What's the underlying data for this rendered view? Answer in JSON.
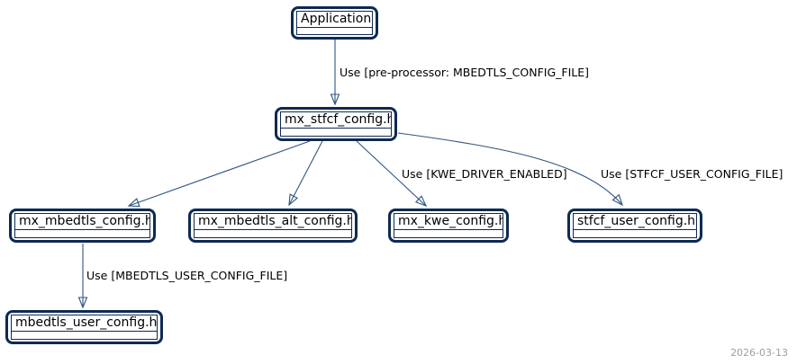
{
  "diagram": {
    "type": "dependency-diagram",
    "nodes": [
      {
        "id": "application",
        "label": "Application"
      },
      {
        "id": "mx_stfcf_config",
        "label": "mx_stfcf_config.h"
      },
      {
        "id": "mx_mbedtls_config",
        "label": "mx_mbedtls_config.h"
      },
      {
        "id": "mx_mbedtls_alt_config",
        "label": "mx_mbedtls_alt_config.h"
      },
      {
        "id": "mx_kwe_config",
        "label": "mx_kwe_config.h"
      },
      {
        "id": "stfcf_user_config",
        "label": "stfcf_user_config.h"
      },
      {
        "id": "mbedtls_user_config",
        "label": "mbedtls_user_config.h"
      }
    ],
    "edges": [
      {
        "from": "application",
        "to": "mx_stfcf_config",
        "label": "Use [pre-processor: MBEDTLS_CONFIG_FILE]"
      },
      {
        "from": "mx_stfcf_config",
        "to": "mx_mbedtls_config",
        "label": ""
      },
      {
        "from": "mx_stfcf_config",
        "to": "mx_mbedtls_alt_config",
        "label": ""
      },
      {
        "from": "mx_stfcf_config",
        "to": "mx_kwe_config",
        "label": "Use [KWE_DRIVER_ENABLED]"
      },
      {
        "from": "mx_stfcf_config",
        "to": "stfcf_user_config",
        "label": "Use [STFCF_USER_CONFIG_FILE]"
      },
      {
        "from": "mx_mbedtls_config",
        "to": "mbedtls_user_config",
        "label": "Use [MBEDTLS_USER_CONFIG_FILE]"
      }
    ],
    "footer_date": "2026-03-13",
    "colors": {
      "node_border": "#0e2a52",
      "edge_line": "#2f557f",
      "text": "#000000",
      "date_text": "#9e9e9e",
      "background": "#ffffff"
    }
  }
}
